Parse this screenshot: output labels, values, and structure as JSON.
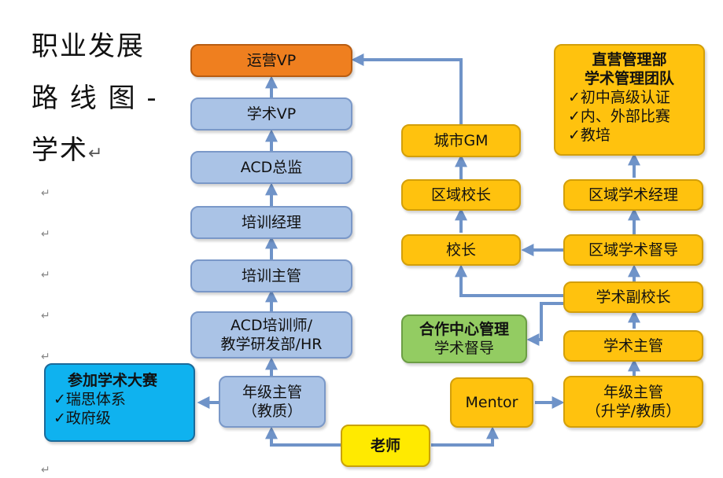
{
  "title": {
    "line1": "职业发展",
    "line2": "路 线 图 -",
    "line3": "学术",
    "para_mark": "↵"
  },
  "left_track": {
    "vp_ops": "运营VP",
    "vp_academic": "学术VP",
    "acd_director": "ACD总监",
    "training_manager": "培训经理",
    "training_supervisor": "培训主管",
    "acd_trainer_line1": "ACD培训师/",
    "acd_trainer_line2": "教学研发部/HR",
    "grade_head_line1": "年级主管",
    "grade_head_line2": "（教质）"
  },
  "competition": {
    "heading": "参加学术大赛",
    "items": [
      "✓瑞思体系",
      "✓政府级"
    ]
  },
  "teacher": "老师",
  "mentor": "Mentor",
  "right_track": {
    "grade_head_line1": "年级主管",
    "grade_head_line2": "（升学/教质）",
    "academic_supervisor": "学术主管",
    "vice_principal": "学术副校长",
    "regional_academic_supervisor": "区域学术督导",
    "regional_academic_manager": "区域学术经理",
    "direct_mgmt_line1": "直营管理部",
    "direct_mgmt_line2": "学术管理团队",
    "direct_mgmt_items": [
      "✓初中高级认证",
      "✓内、外部比赛",
      "✓教培"
    ]
  },
  "middle_track": {
    "city_gm": "城市GM",
    "regional_principal": "区域校长",
    "principal": "校长"
  },
  "partner": {
    "line1": "合作中心管理",
    "line2": "学术督导"
  },
  "colors": {
    "arrow": "#6f93c8",
    "blue_box": "#aac3e6",
    "orange_box": "#ef7f1f",
    "yellow_box": "#ffc20e",
    "green_box": "#93cc62",
    "cyan_box": "#0fb2ef"
  }
}
